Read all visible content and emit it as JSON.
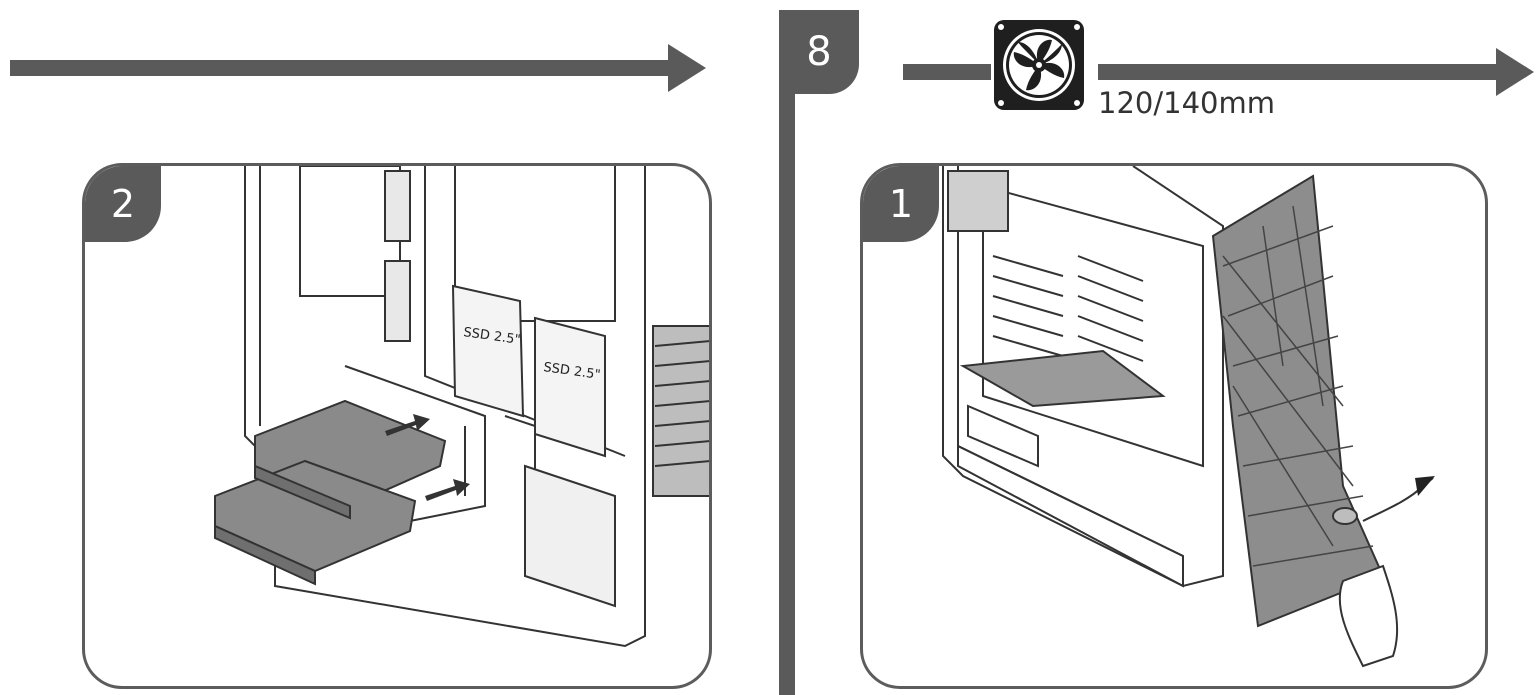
{
  "top_step": {
    "number": "8"
  },
  "fan": {
    "size_label": "120/140mm",
    "icon": "fan-icon"
  },
  "left_panel": {
    "step": "2",
    "caption": ""
  },
  "right_panel": {
    "step": "1",
    "caption": ""
  },
  "ssd_labels": [
    "SSD 2.5\"",
    "SSD 2.5\""
  ],
  "colors": {
    "dark_gray": "#5a5a5a",
    "line": "#333333",
    "hdd": "#8a8a8a"
  }
}
